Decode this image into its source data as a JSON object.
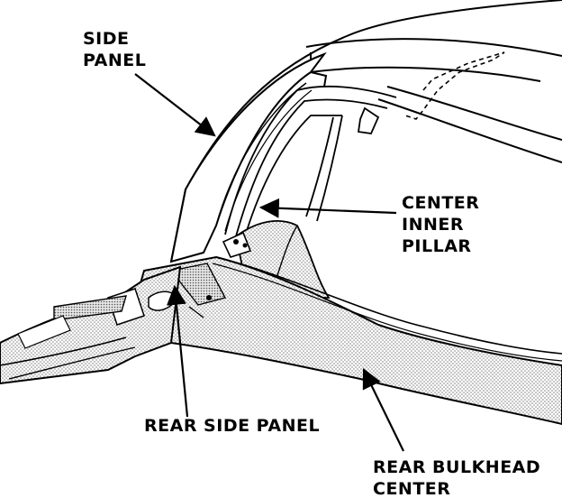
{
  "labels": {
    "side_panel": [
      "SIDE",
      "PANEL"
    ],
    "center_inner_pillar": [
      "CENTER",
      "INNER",
      "PILLAR"
    ],
    "rear_side_panel": [
      "REAR SIDE PANEL"
    ],
    "rear_bulkhead_center": [
      "REAR BULKHEAD",
      "CENTER"
    ]
  },
  "colors": {
    "ink": "#000000",
    "paper": "#ffffff",
    "shading": "#d4d4d4"
  }
}
